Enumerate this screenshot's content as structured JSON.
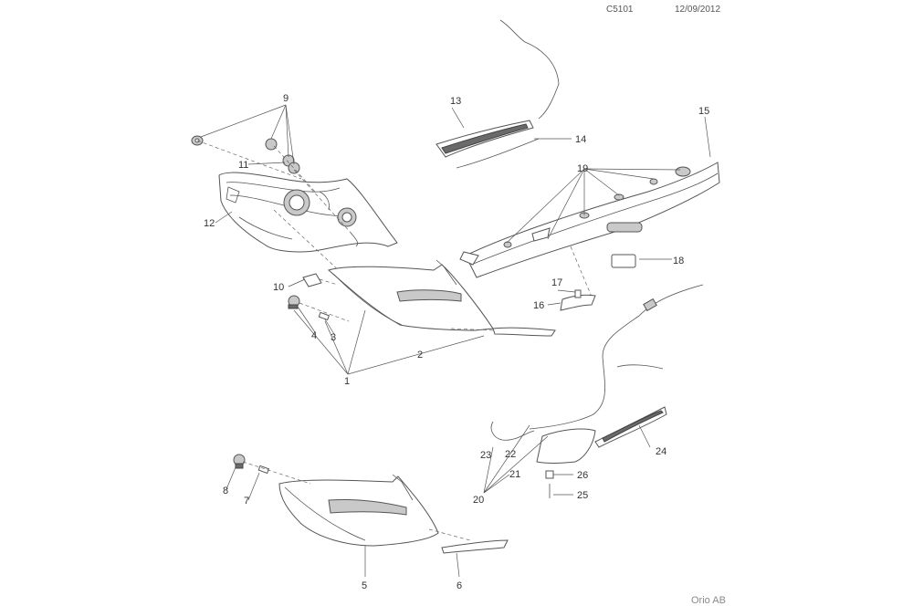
{
  "header": {
    "code": "C5101",
    "date": "12/09/2012"
  },
  "footer": {
    "publisher": "Orio AB"
  },
  "callouts": {
    "c1": "1",
    "c2": "2",
    "c3": "3",
    "c4": "4",
    "c5": "5",
    "c6": "6",
    "c7": "7",
    "c8": "8",
    "c9": "9",
    "c10": "10",
    "c11": "11",
    "c12": "12",
    "c13": "13",
    "c14": "14",
    "c15": "15",
    "c16": "16",
    "c17": "17",
    "c18": "18",
    "c19": "19",
    "c20": "20",
    "c21": "21",
    "c22": "22",
    "c23": "23",
    "c24": "24",
    "c25": "25",
    "c26": "26"
  },
  "icons": {
    "tail-lamp-upper": "tail-lamp-icon",
    "tail-lamp-lower": "tail-lamp-icon",
    "trunk-lid-trim": "trim-panel-icon",
    "third-brake-light": "brake-light-icon"
  }
}
